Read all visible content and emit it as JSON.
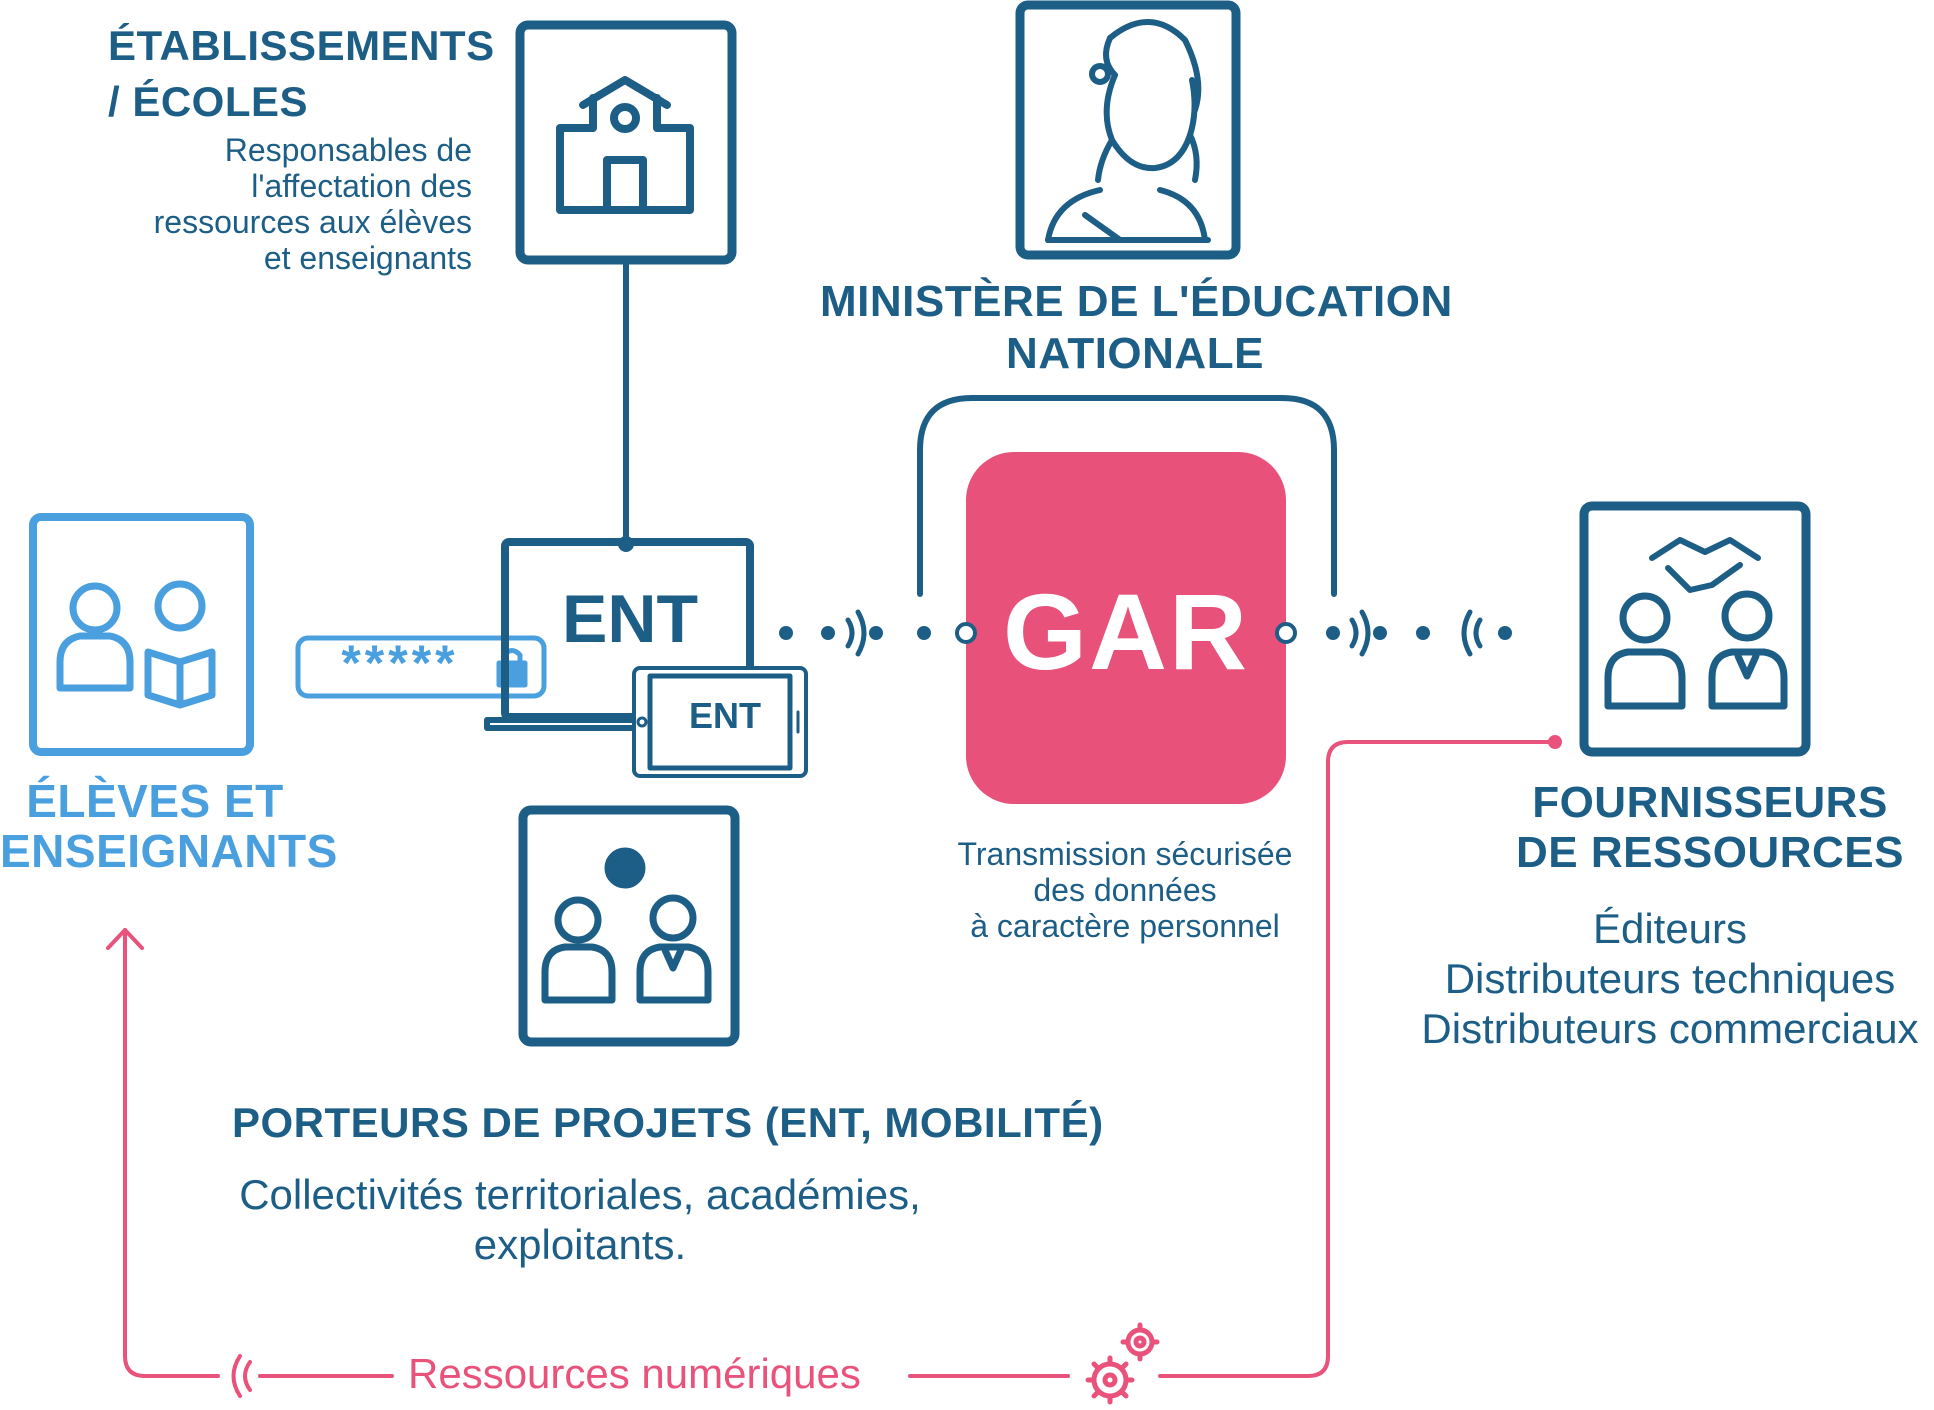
{
  "etablissements": {
    "title_line1": "ÉTABLISSEMENTS",
    "title_line2": "/ ÉCOLES",
    "desc_lines": [
      "Responsables de",
      "l'affectation des",
      "ressources aux élèves",
      "et enseignants"
    ]
  },
  "ministere": {
    "title_line1": "MINISTÈRE DE L'ÉDUCATION",
    "title_line2": "NATIONALE"
  },
  "eleves": {
    "title_line1": "ÉLÈVES ET",
    "title_line2": "ENSEIGNANTS"
  },
  "ent": {
    "laptop_label": "ENT",
    "tablet_label": "ENT",
    "password_mask": "*****"
  },
  "gar": {
    "label": "GAR",
    "desc_lines": [
      "Transmission sécurisée",
      "des données",
      "à caractère personnel"
    ]
  },
  "fournisseurs": {
    "title_line1": "FOURNISSEURS",
    "title_line2": "DE RESSOURCES",
    "desc_lines": [
      "Éditeurs",
      "Distributeurs techniques",
      "Distributeurs commerciaux"
    ]
  },
  "porteurs": {
    "title": "PORTEURS DE PROJETS (ENT, MOBILITÉ)",
    "desc_lines": [
      "Collectivités territoriales, académies,",
      "exploitants."
    ]
  },
  "flow": {
    "label": "Ressources numériques"
  },
  "colors": {
    "dark_blue": "#1d5e87",
    "light_blue": "#4a9fde",
    "gar_pink": "#e8517a"
  },
  "icons": [
    "school-icon",
    "marianne-icon",
    "students-icon",
    "laptop-icon",
    "tablet-icon",
    "password-field-icon",
    "lock-icon",
    "signal-icon",
    "handshake-icon",
    "suppliers-icon",
    "project-holders-icon",
    "gear-icon",
    "gears-icon"
  ]
}
